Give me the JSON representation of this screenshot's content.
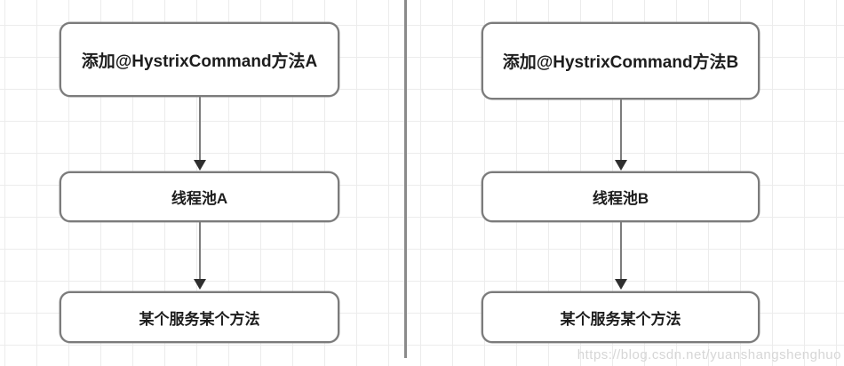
{
  "diagram": {
    "flows": [
      {
        "id": "flow-a",
        "nodes": [
          {
            "label": "添加@HystrixCommand方法A"
          },
          {
            "label": "线程池A"
          },
          {
            "label": "某个服务某个方法"
          }
        ]
      },
      {
        "id": "flow-b",
        "nodes": [
          {
            "label": "添加@HystrixCommand方法B"
          },
          {
            "label": "线程池B"
          },
          {
            "label": "某个服务某个方法"
          }
        ]
      }
    ],
    "watermark": "https://blog.csdn.net/yuanshangshenghuo",
    "colors": {
      "node_border": "#7b7b7b",
      "node_fill": "#ffffff",
      "node_text": "#1d1d1d",
      "arrow_stem": "#7d7d7d",
      "arrow_head": "#2f2f2f",
      "divider": "#8a8a8a",
      "grid_line": "#ececec",
      "watermark_text": "#d6d6d6"
    }
  }
}
